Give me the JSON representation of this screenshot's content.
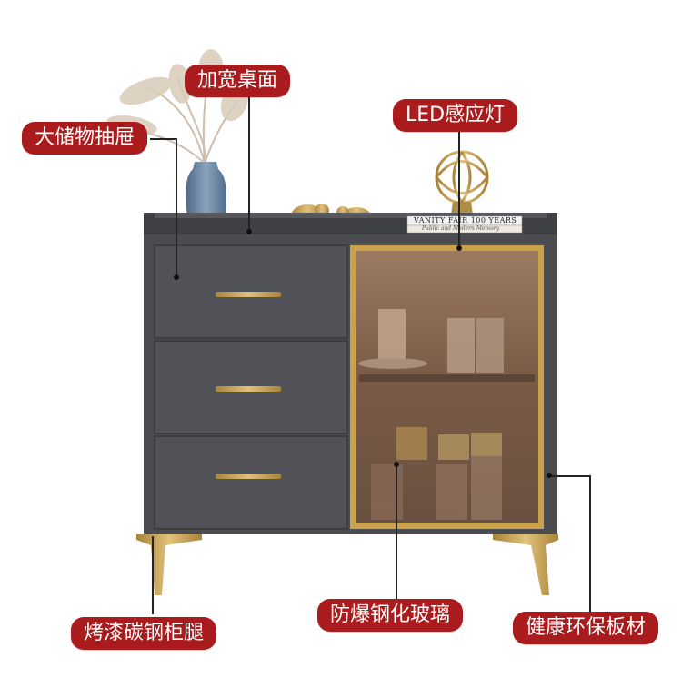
{
  "callouts": {
    "top_widen": "加宽桌面",
    "led": "LED感应灯",
    "drawers": "大储物抽屉",
    "legs": "烤漆碳钢柜腿",
    "glass": "防爆钢化玻璃",
    "board": "健康环保板材"
  },
  "books": {
    "title": "VANITY FAIR 100 YEARS",
    "subtitle": "Public and Modern Memory"
  },
  "colors": {
    "label_bg": "#a91b1c",
    "cabinet": "#4a4c50",
    "gold": "#c9a24a",
    "glass": "#8a6a52"
  }
}
